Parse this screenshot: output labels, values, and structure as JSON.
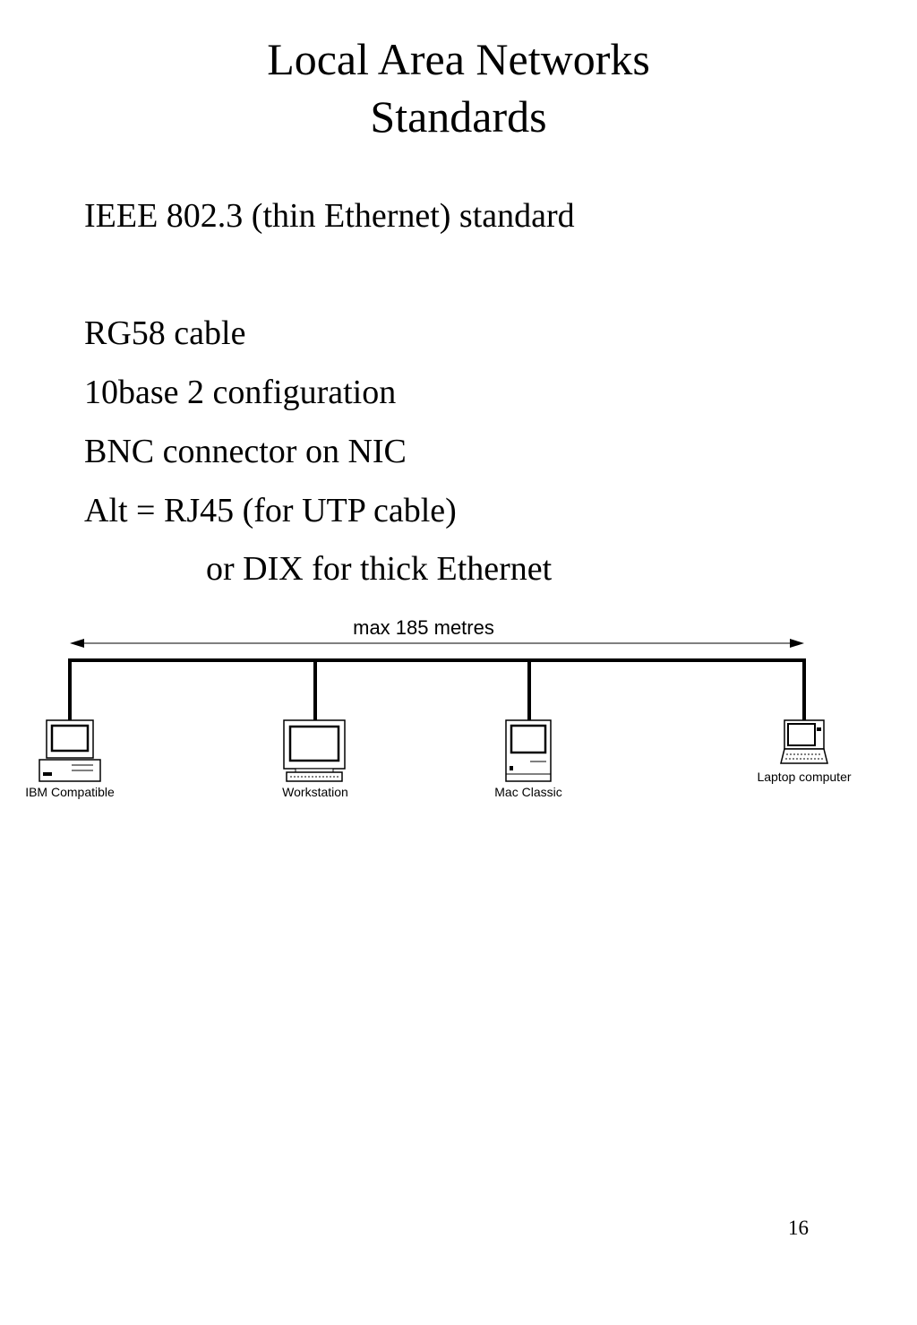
{
  "slide": {
    "title_line1": "Local Area Networks",
    "title_line2": "Standards",
    "standard": "IEEE 802.3 (thin Ethernet) standard",
    "cable": "RG58 cable",
    "configuration": "10base 2 configuration",
    "connector": "BNC connector on NIC",
    "alternative": "Alt = RJ45 (for UTP cable)",
    "alternative_cont": "or DIX for thick Ethernet",
    "page_number": "16"
  },
  "diagram": {
    "span_label": "max 185 metres",
    "nodes": [
      {
        "label": "IBM Compatible",
        "icon": "ibm-pc-icon"
      },
      {
        "label": "Workstation",
        "icon": "workstation-icon"
      },
      {
        "label": "Mac Classic",
        "icon": "mac-classic-icon"
      },
      {
        "label": "Laptop computer",
        "icon": "laptop-icon"
      }
    ]
  }
}
